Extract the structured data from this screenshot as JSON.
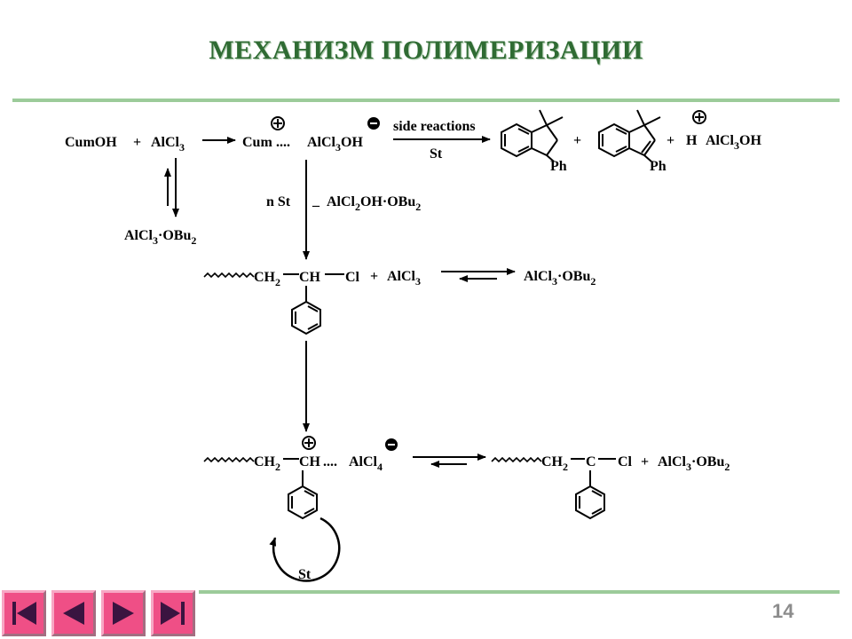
{
  "slide": {
    "title": "МЕХАНИЗМ ПОЛИМЕРИЗАЦИИ",
    "page_number": "14",
    "accent_color": "#2f6b33",
    "rule_color": "#9ccb9a",
    "nav_color": "#ef4f86"
  },
  "nav": {
    "first": "first-slide-button",
    "prev": "previous-slide-button",
    "next": "next-slide-button",
    "last": "last-slide-button"
  },
  "scheme": {
    "row1": {
      "cumoh": "CumOH",
      "plus": "+",
      "alcl3_al": "AlCl",
      "alcl3_sub": "3",
      "cum": "Cum",
      "dots": "....",
      "alcl3oh_al": "AlCl",
      "alcl3oh_sub": "3",
      "alcl3oh_oh": "OH",
      "side_reactions": "side reactions",
      "st": "St",
      "ph1": "Ph",
      "ph2": "Ph",
      "plus2": "+",
      "plus3": "+",
      "h": "H",
      "halcl3_al": "AlCl",
      "halcl3_sub": "3",
      "halcl3_oh": "OH"
    },
    "complex1": {
      "al": "AlCl",
      "sub3": "3",
      "dot": "·",
      "obu": "OBu",
      "sub2": "2"
    },
    "step_n": {
      "n_st": "n St",
      "minus": "–",
      "al": "AlCl",
      "sub2": "2",
      "oh": "OH·OBu",
      "sub2b": "2"
    },
    "row2": {
      "ch": "CH",
      "sub2": "2",
      "ch2": "CH",
      "cl": "Cl",
      "plus": "+",
      "al": "AlCl",
      "sub3": "3",
      "prod_al": "AlCl",
      "prod_sub3": "3",
      "prod_dot": "·",
      "prod_obu": "OBu",
      "prod_sub2": "2"
    },
    "row3": {
      "ch": "CH",
      "sub2": "2",
      "ch2": "CH",
      "dots": "....",
      "al": "AlCl",
      "sub4": "4",
      "r_ch": "CH",
      "r_sub2": "2",
      "r_c": "C",
      "r_cl": "Cl",
      "r_plus": "+",
      "r_al": "AlCl",
      "r_sub3": "3",
      "r_dot": "·",
      "r_obu": "OBu",
      "r_sub2b": "2",
      "st_cycle": "St"
    }
  }
}
